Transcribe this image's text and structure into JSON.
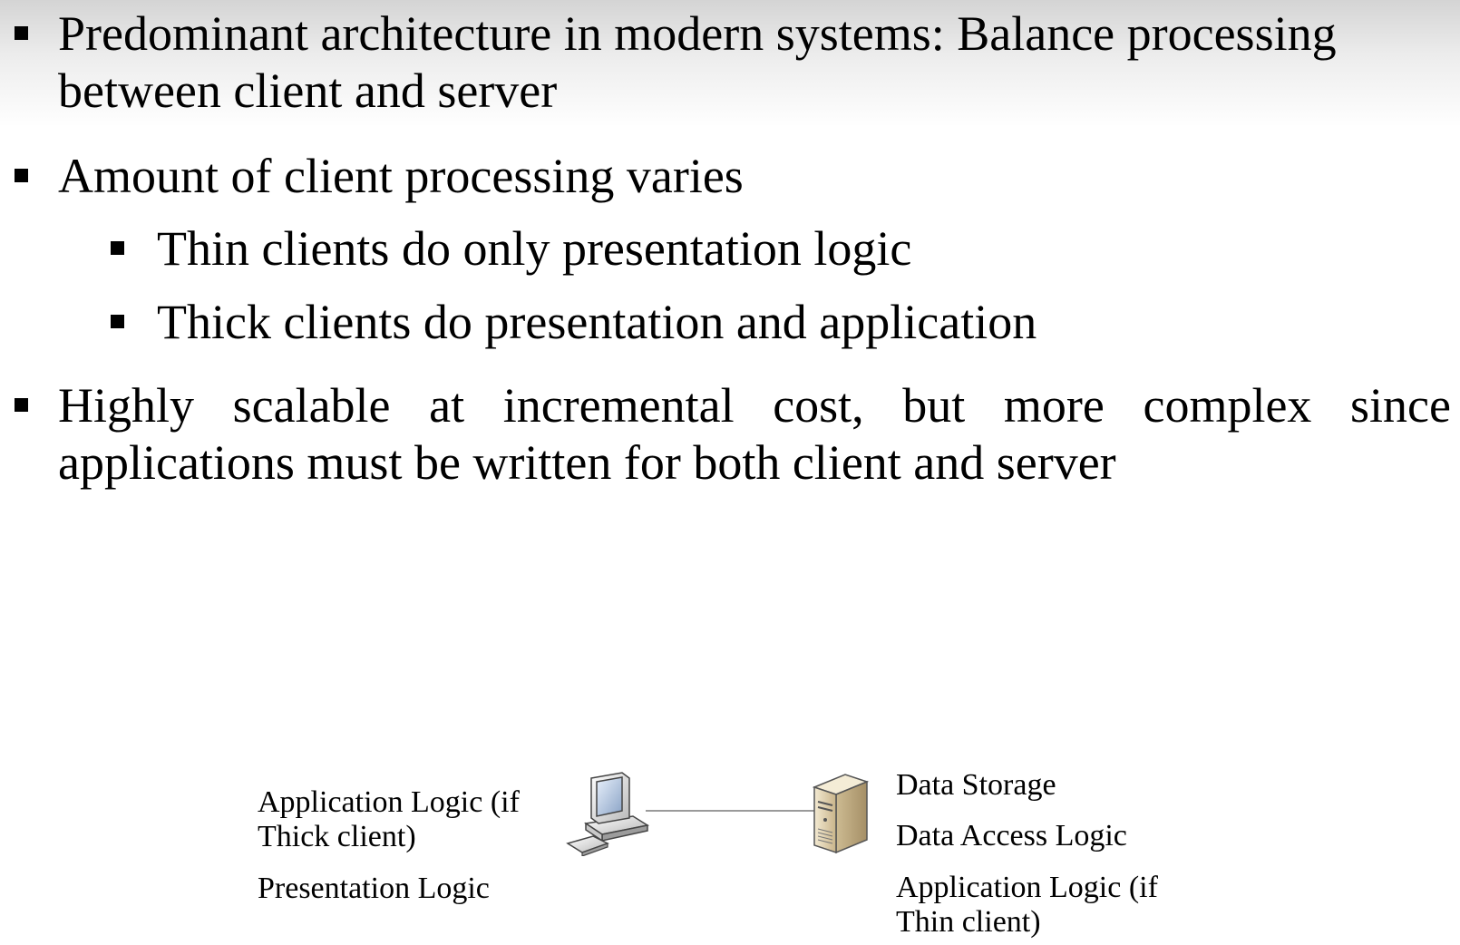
{
  "bullets": [
    {
      "text": "Predominant architecture in modern systems: Balance processing between client and server",
      "level": 1
    },
    {
      "text": "Amount of client processing varies",
      "level": 1
    },
    {
      "text": "Thin clients do only presentation logic",
      "level": 2
    },
    {
      "text": "Thick clients do presentation and application",
      "level": 2
    },
    {
      "text": "Highly scalable at incremental cost, but more complex since applications must be written for both client and server",
      "level": 1
    }
  ],
  "diagram": {
    "client_labels": {
      "application_logic_line1": "Application Logic (if",
      "application_logic_line2": "Thick client)",
      "presentation_logic": "Presentation Logic"
    },
    "server_labels": {
      "data_storage": "Data Storage",
      "data_access_logic": "Data Access Logic",
      "application_logic_line1": "Application Logic (if",
      "application_logic_line2": "Thin client)"
    },
    "icons": {
      "client": "desktop-computer-icon",
      "server": "server-tower-icon"
    }
  }
}
